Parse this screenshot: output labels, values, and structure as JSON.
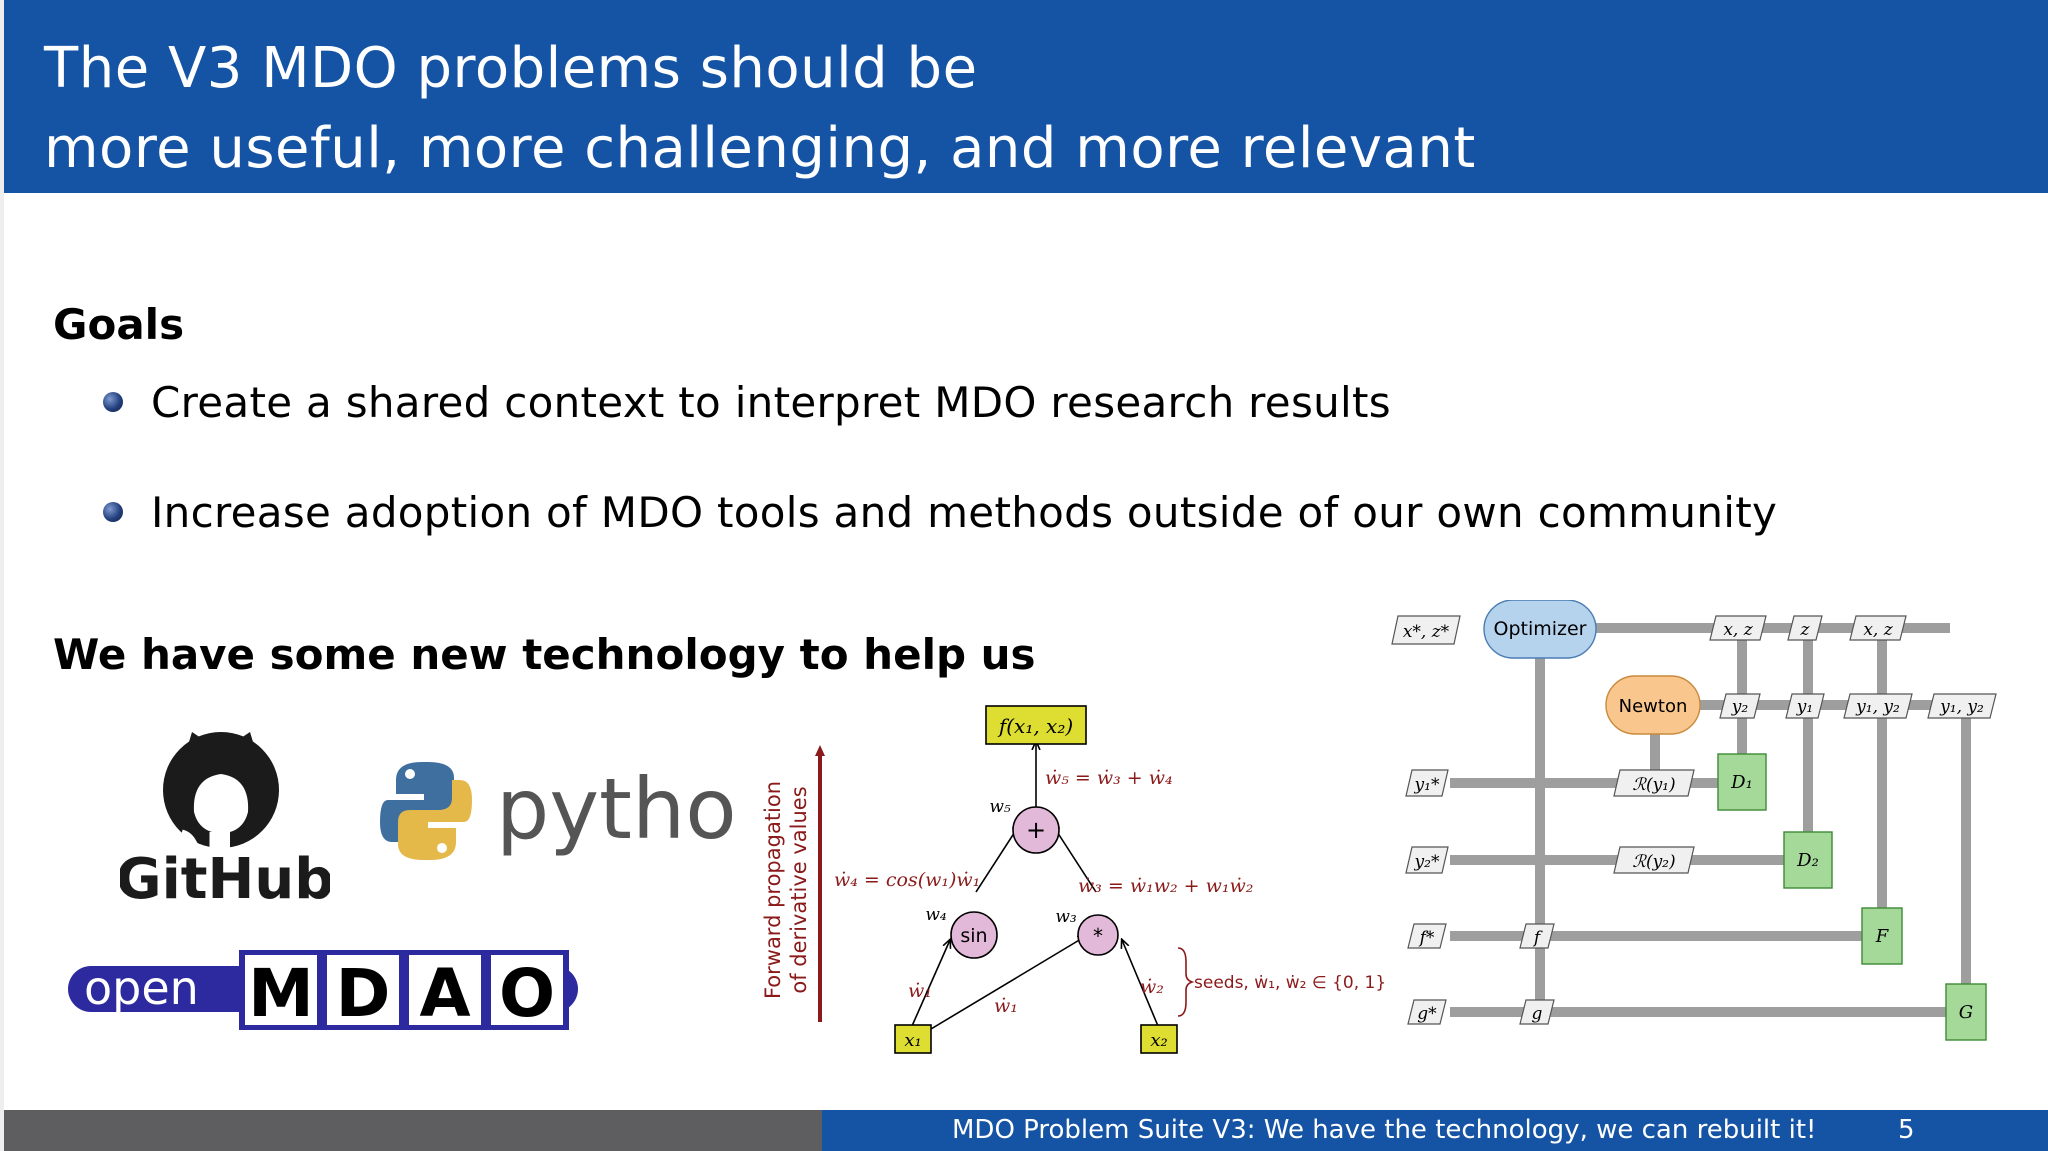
{
  "title": {
    "line1": "The V3 MDO problems should be",
    "line2": "more useful, more challenging, and more relevant"
  },
  "goals": {
    "heading": "Goals",
    "bullets": [
      "Create a shared context to interpret MDO research results",
      "Increase adoption of MDO tools and methods outside of our own community"
    ]
  },
  "technology": {
    "heading": "We have some new technology to help us",
    "logos": {
      "github": "GitHub",
      "python": "python",
      "openmdao_prefix": "open",
      "openmdao_letters": [
        "M",
        "D",
        "A",
        "O"
      ]
    }
  },
  "ad_graph": {
    "axis_label_line1": "Forward propagation",
    "axis_label_line2": "of derivative values",
    "output_node": "f(x₁, x₂)",
    "w5_eq": "ẇ₅ = ẇ₃ + ẇ₄",
    "w4_eq": "ẇ₄ = cos(w₁)ẇ₁",
    "w3_eq": "ẇ₃ = ẇ₁w₂ + w₁ẇ₂",
    "w5": "w₅",
    "w4": "w₄",
    "w3": "w₃",
    "plus": "+",
    "sin": "sin",
    "times": "*",
    "w1dot_left": "ẇ₁",
    "w1dot_mid": "ẇ₁",
    "w2dot": "ẇ₂",
    "seeds": "seeds, ẇ₁, ẇ₂ ∈ {0, 1}",
    "x1": "x₁",
    "x2": "x₂"
  },
  "xdsm": {
    "xz_star": "x*, z*",
    "optimizer": "Optimizer",
    "top_xz_1": "x, z",
    "top_z": "z",
    "top_xz_2": "x, z",
    "newton": "Newton",
    "y2_a": "y₂",
    "y1_a": "y₁",
    "y1y2_a": "y₁, y₂",
    "y1y2_b": "y₁, y₂",
    "y1_star": "y₁*",
    "r_y1": "ℛ(y₁)",
    "d1": "D₁",
    "y2_star": "y₂*",
    "r_y2": "ℛ(y₂)",
    "d2": "D₂",
    "f_star": "f*",
    "f_small": "f",
    "f_big": "F",
    "g_star": "g*",
    "g_small": "g",
    "g_big": "G"
  },
  "footer": {
    "text": "MDO Problem Suite V3:  We have the technology, we can rebuilt it!",
    "page": "5"
  },
  "colors": {
    "brand_blue": "#1553a5",
    "footer_gray": "#5e5e60",
    "deriv_red": "#8b1a1a",
    "node_pink": "#e2b9d8",
    "node_yellow": "#dede32",
    "xdsm_blue": "#b6d3ee",
    "xdsm_orange": "#f9c68e",
    "xdsm_green": "#a5d99a"
  }
}
